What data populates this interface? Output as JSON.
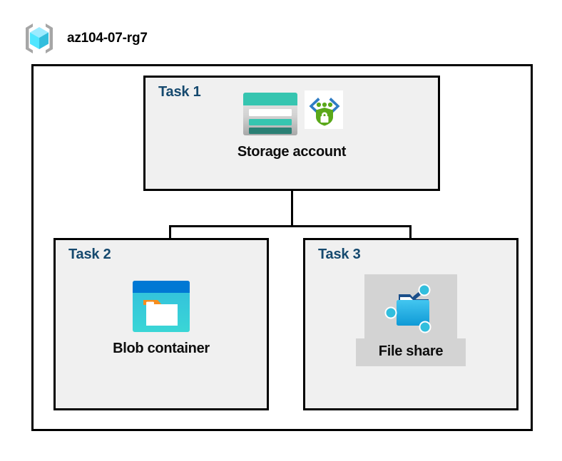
{
  "header": {
    "icon": "resource-group-icon",
    "title": "az104-07-rg7"
  },
  "diagram": {
    "container_name": "resource-group-container",
    "tasks": [
      {
        "label": "Task 1",
        "node_caption": "Storage account",
        "icons": [
          "storage-account-icon",
          "secure-endpoint-shield-icon"
        ],
        "shaded": false
      },
      {
        "label": "Task 2",
        "node_caption": "Blob container",
        "icons": [
          "blob-container-icon"
        ],
        "shaded": false
      },
      {
        "label": "Task 3",
        "node_caption": "File share",
        "icons": [
          "file-share-icon"
        ],
        "shaded": true
      }
    ],
    "connectors": [
      {
        "name": "storage-to-branch-trunk"
      },
      {
        "name": "branch-bus"
      },
      {
        "name": "branch-to-blob-container"
      },
      {
        "name": "branch-to-file-share"
      }
    ]
  },
  "colors": {
    "task_label": "#15496e",
    "box_fill": "#f0f0f0",
    "border": "#000000",
    "shade": "#d3d3d3",
    "storage_teal": "#36c5b0",
    "storage_teal_dark": "#2a7f74",
    "blob_blue": "#0078d4",
    "blob_cyan": "#32bedd",
    "blob_orange": "#f78d1e",
    "shield_green": "#5aa81a",
    "cube_cyan": "#50e6ff"
  }
}
